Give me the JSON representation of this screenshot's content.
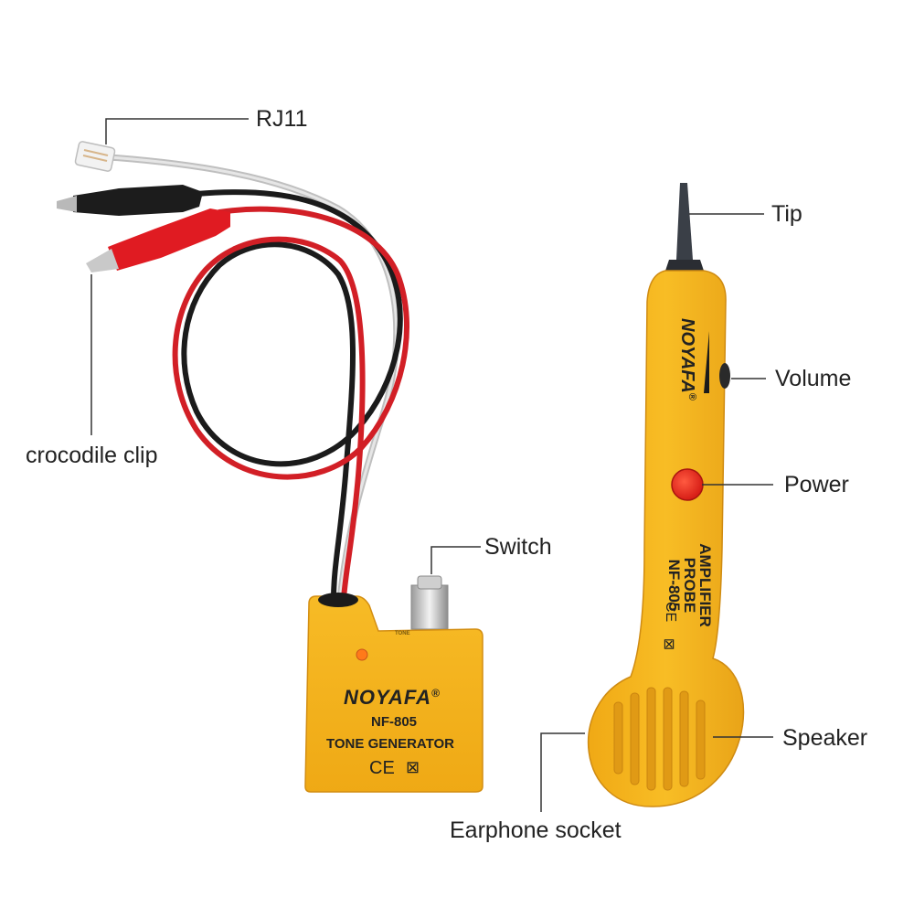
{
  "labels": {
    "rj11": "RJ11",
    "crocodile_clip": "crocodile clip",
    "switch": "Switch",
    "tip": "Tip",
    "volume": "Volume",
    "power": "Power",
    "speaker": "Speaker",
    "earphone_socket": "Earphone socket"
  },
  "tone_generator": {
    "brand": "NOYAFA",
    "registered": "®",
    "model": "NF-805",
    "name": "TONE GENERATOR",
    "switch_marking": "TONE",
    "ce": "CE"
  },
  "probe": {
    "brand": "NOYAFA",
    "registered": "®",
    "line1": "AMPLIFIER",
    "line2": "PROBE",
    "model": "NF-805",
    "ce": "CE"
  },
  "colors": {
    "body_yellow": "#f6b51e",
    "body_shadow": "#d9951a",
    "wire_red": "#d21f26",
    "wire_black": "#1b1b1b",
    "clip_red": "#e01b22",
    "clip_black": "#1c1c1c",
    "power_button": "#e8281e",
    "callout_line": "#333333"
  }
}
